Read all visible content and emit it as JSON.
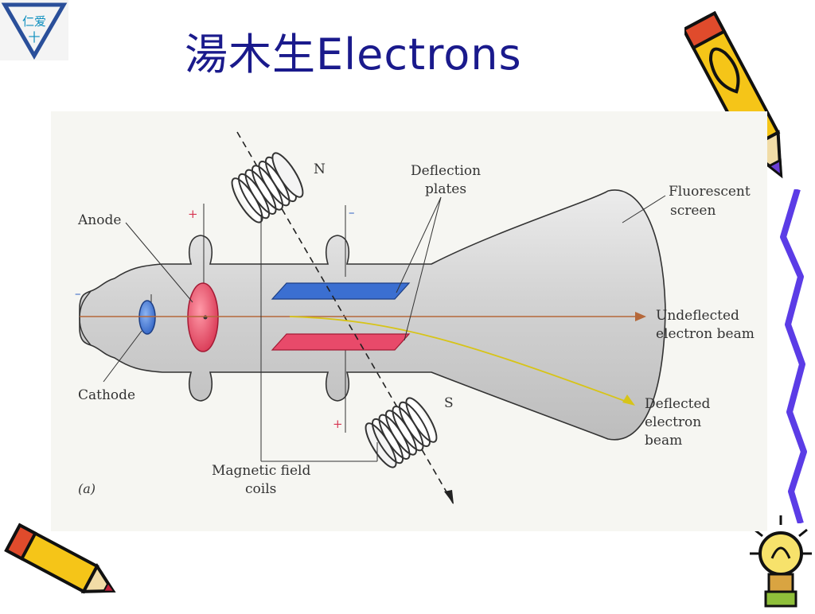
{
  "logo": {
    "text_top": "仁爱",
    "text_bottom": "十"
  },
  "slide": {
    "title": "湯木生Electrons"
  },
  "diagram": {
    "labels": {
      "anode": "Anode",
      "cathode": "Cathode",
      "north": "N",
      "south": "S",
      "deflection_plates_1": "Deflection",
      "deflection_plates_2": "plates",
      "fluorescent_screen_1": "Fluorescent",
      "fluorescent_screen_2": "screen",
      "undeflected_1": "Undeflected",
      "undeflected_2": "electron beam",
      "deflected_1": "Deflected",
      "deflected_2": "electron",
      "deflected_3": "beam",
      "magnetic_1": "Magnetic field",
      "magnetic_2": "coils",
      "panel": "(a)",
      "plus": "+",
      "minus": "–"
    },
    "colors": {
      "title": "#1a1a8c",
      "top_plate": "#3b6fd1",
      "bottom_plate": "#e84a6a",
      "anode": "#ef6a7f",
      "cathode": "#4a7fd8",
      "undeflected_beam": "#b5683a",
      "deflected_beam": "#d7c418"
    }
  }
}
